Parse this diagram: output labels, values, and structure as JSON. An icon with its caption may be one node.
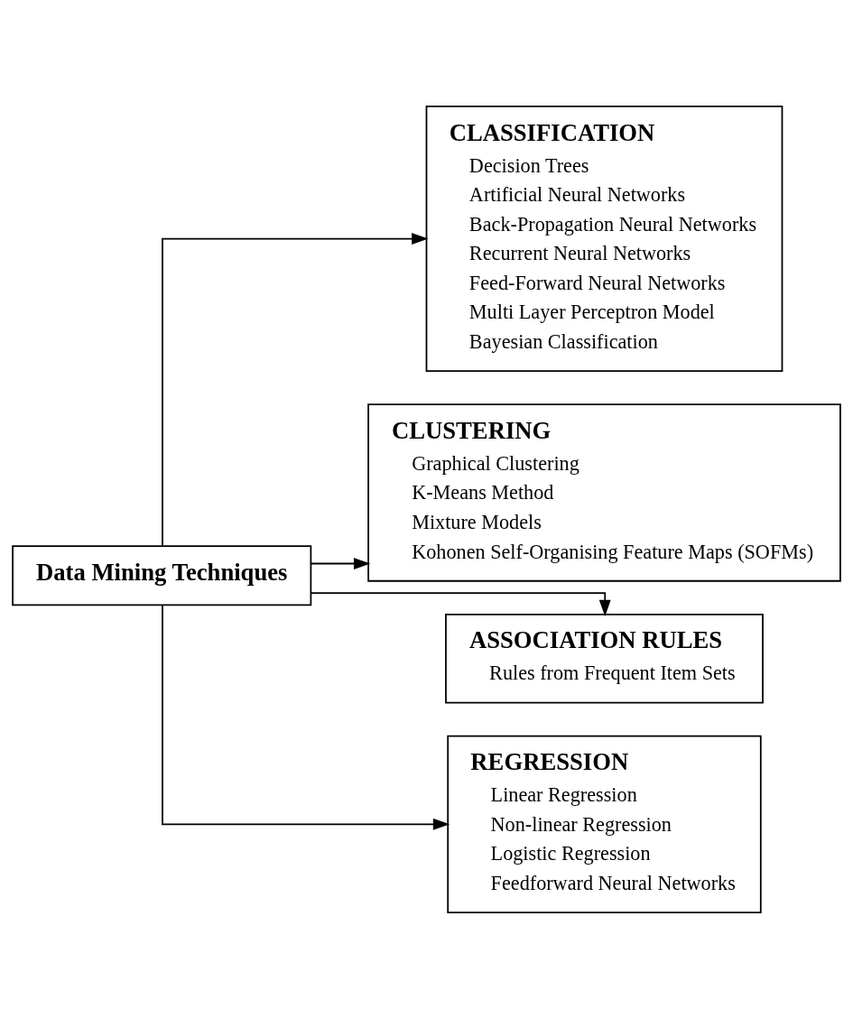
{
  "diagram": {
    "nodes": [
      {
        "text": [
          "Data Mining Techniques"
        ]
      },
      {
        "text": [
          "CLASSIFICATION",
          "Decision Trees",
          "Artificial Neural Networks",
          "Back-Propagation Neural Networks",
          "Recurrent Neural Networks",
          "Feed-Forward Neural Networks",
          "Multi Layer Perceptron Model",
          "Bayesian Classification"
        ]
      },
      {
        "text": [
          "CLUSTERING",
          "Graphical Clustering",
          "K-Means Method",
          "Mixture Models",
          "Kohonen Self-Organising Feature Maps (SOFMs)"
        ]
      },
      {
        "text": [
          "ASSOCIATION RULES",
          "Rules from Frequent Item Sets"
        ]
      },
      {
        "text": [
          "REGRESSION",
          "Linear Regression",
          "Non-linear Regression",
          "Logistic Regression",
          "Feedforward Neural Networks"
        ]
      }
    ],
    "edges": [
      {
        "from": 0,
        "to": 1,
        "arrow": "to"
      },
      {
        "from": 0,
        "to": 2,
        "arrow": "to"
      },
      {
        "from": 0,
        "to": 3,
        "arrow": "to"
      },
      {
        "from": 0,
        "to": 4,
        "arrow": "to"
      }
    ]
  }
}
